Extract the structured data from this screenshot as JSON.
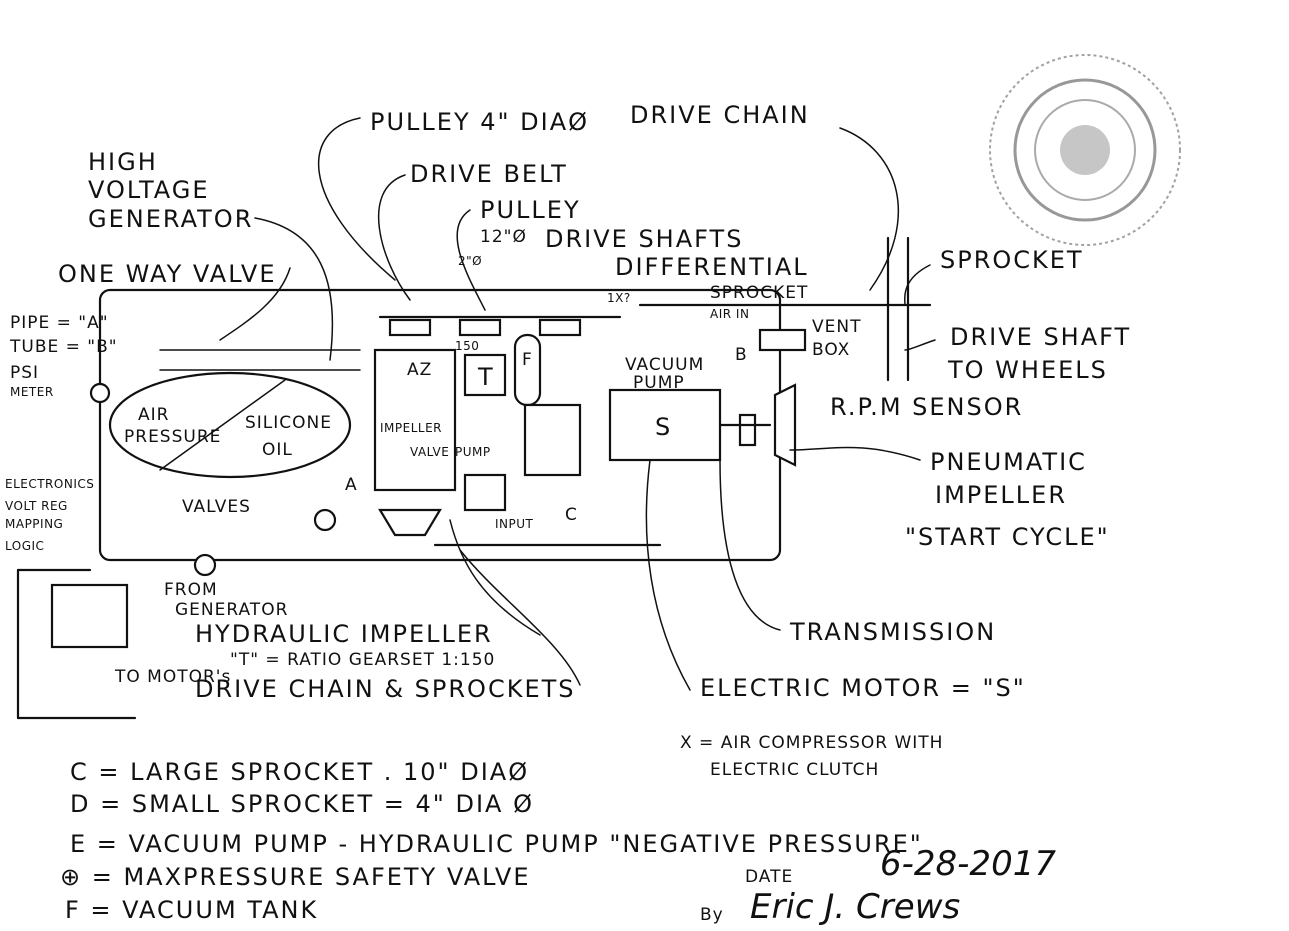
{
  "labels": {
    "high_voltage_line1": "HIGH",
    "high_voltage_line2": "VOLTAGE",
    "high_voltage_line3": "GENERATOR",
    "one_way_valve": "ONE WAY VALVE",
    "pipe": "PIPE = \"A\"",
    "tube": "TUBE = \"B\"",
    "psi": "PSI",
    "meter": "METER",
    "air": "AIR",
    "pressure": "PRESSURE",
    "silicone": "SILICONE",
    "oil": "OIL",
    "electronics1": "ELECTRONICS",
    "electronics2": "VOLT REG",
    "electronics3": "MAPPING",
    "electronics4": "LOGIC",
    "valves": "VALVES",
    "from": "FROM",
    "generator": "GENERATOR",
    "to_motors": "TO MOTOR's",
    "pulley_top": "PULLEY 4\" DIAØ",
    "drive_chain_top": "DRIVE CHAIN",
    "drive_belt": "DRIVE BELT",
    "pulley_mid": "PULLEY",
    "pulley_size": "12\"Ø",
    "drive_shafts": "DRIVE SHAFTS",
    "differential": "DIFFERENTIAL",
    "sprocket_right": "SPROCKET",
    "sprocket_small": "SPROCKET",
    "drive_shaft_wheels1": "DRIVE SHAFT",
    "drive_shaft_wheels2": "TO WHEELS",
    "vent": "VENT",
    "box": "BOX",
    "air_in": "AIR IN",
    "vacuum": "VACUUM",
    "pump": "PUMP",
    "rpm_sensor": "R.P.M SENSOR",
    "pneumatic1": "PNEUMATIC",
    "pneumatic2": "IMPELLER",
    "pneumatic3": "\"START CYCLE\"",
    "impeller_small": "IMPELLER",
    "valve_small": "VALVE",
    "pump_small": "PUMP",
    "input": "INPUT",
    "transmission": "TRANSMISSION",
    "hydraulic_impeller": "HYDRAULIC IMPELLER",
    "ratio_gearset": "\"T\" = RATIO GEARSET 1:150",
    "drive_chain_sprockets": "DRIVE CHAIN & SPROCKETS",
    "electric_motor": "ELECTRIC MOTOR = \"S\"",
    "s_letter": "S",
    "t_letter": "T",
    "az_label": "AZ",
    "f_letter": "F",
    "b_letter": "B",
    "a_letter": "A",
    "c_letter": "C",
    "x_label": "1X?",
    "n150": "150",
    "size_2": "2\"Ø"
  },
  "legend": {
    "c": "C = LARGE SPROCKET . 10\" DIAØ",
    "d": "D = SMALL SPROCKET = 4\" DIA Ø",
    "e": "E = VACUUM PUMP - HYDRAULIC PUMP \"NEGATIVE PRESSURE\"",
    "max": "⊕ = MAXPRESSURE SAFETY VALVE",
    "f": "F = VACUUM TANK",
    "x1": "X = AIR COMPRESSOR WITH",
    "x2": "ELECTRIC CLUTCH"
  },
  "signature": {
    "date_label": "DATE",
    "date_value": "6-28-2017",
    "by_label": "By",
    "name": "Eric J. Crews"
  }
}
